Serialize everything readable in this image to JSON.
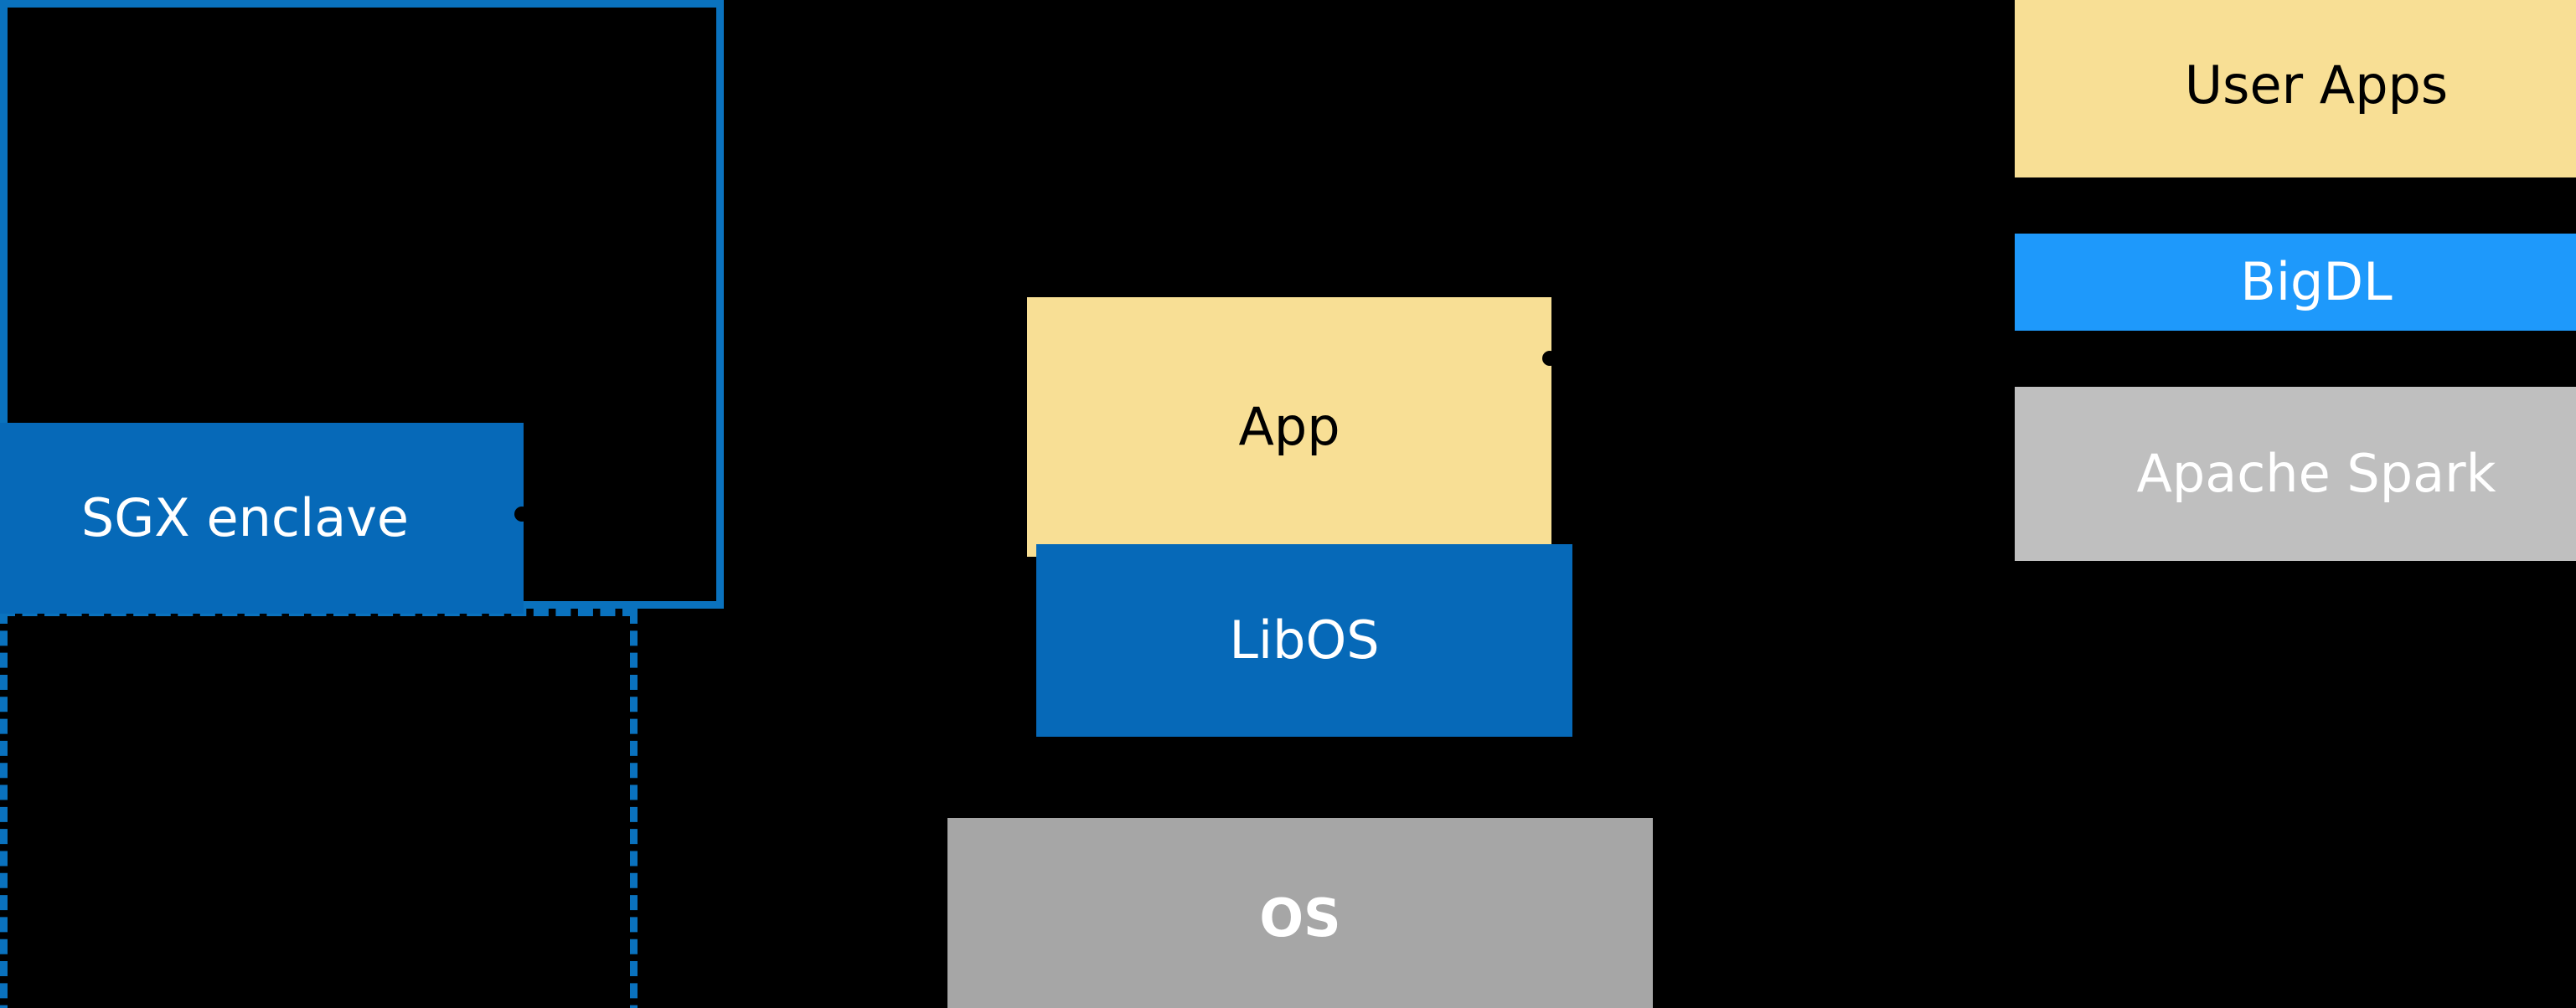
{
  "diagram": {
    "background_color": "#000000",
    "palette": {
      "app_yellow": "#F8DF95",
      "enclave_blue": "#0669B8",
      "frame_blue": "#0A72BE",
      "bigdl_blue": "#1E99FB",
      "os_gray": "#A6A6A6",
      "spark_gray": "#BFBFBF",
      "white": "#FFFFFF",
      "black": "#000000"
    },
    "nodes": {
      "sgx_enclave": {
        "label": "SGX enclave"
      },
      "app": {
        "label": "App"
      },
      "libos": {
        "label": "LibOS"
      },
      "os": {
        "label": "OS"
      },
      "user_apps": {
        "label": "User Apps"
      },
      "bigdl": {
        "label": "BigDL"
      },
      "apache_spark": {
        "label": "Apache Spark"
      }
    },
    "frames": {
      "enclave_boundary": {
        "style": "solid",
        "color": "#0A72BE"
      },
      "libos_boundary": {
        "style": "dashed",
        "color": "#0A72BE"
      }
    },
    "connectors": [
      {
        "name": "sgx-enclave-to-enclave-frame",
        "style": "arrow"
      },
      {
        "name": "app-to-user-apps",
        "style": "arrow"
      },
      {
        "name": "enclave-frame-crossing-upper",
        "style": "slash"
      },
      {
        "name": "enclave-frame-crossing-lower",
        "style": "slash"
      }
    ]
  }
}
